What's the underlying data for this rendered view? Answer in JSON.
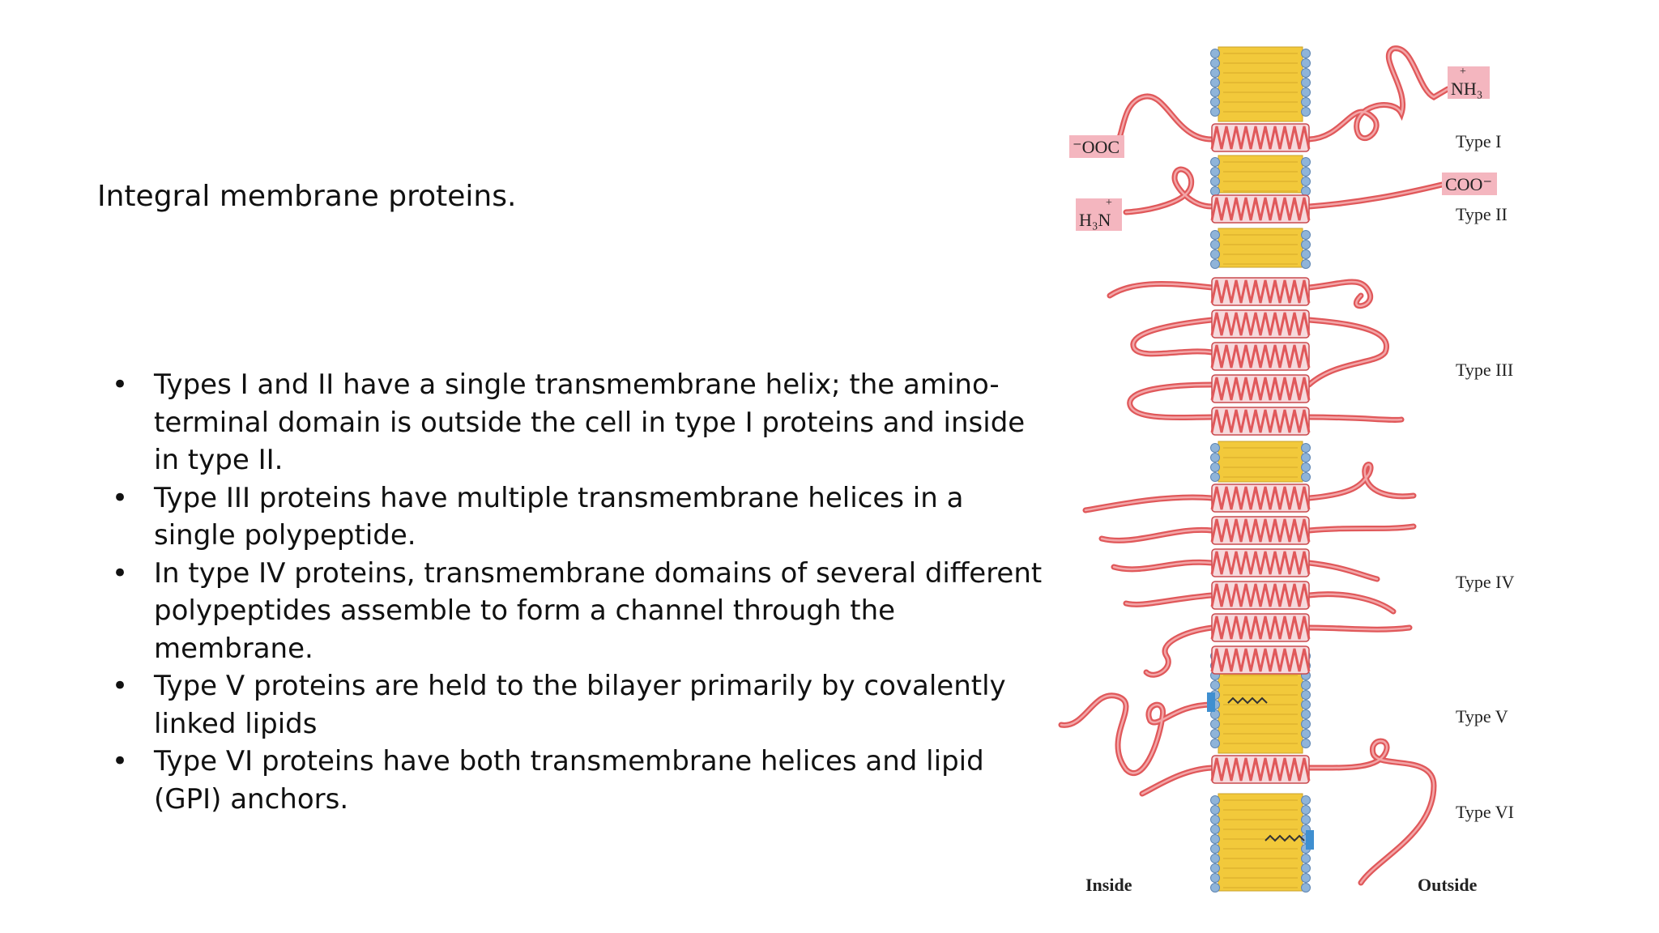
{
  "slide": {
    "title": "Integral membrane proteins.",
    "bullets": [
      "Types I and II have a single transmembrane helix; the amino-terminal domain is outside the cell in type I proteins and inside in type II.",
      "Type III proteins have multiple transmembrane helices in a single polypeptide.",
      "In type IV proteins, transmembrane domains of several different polypeptides assemble to form a channel through the membrane.",
      "Type V proteins are held to the bilayer primarily by covalently linked lipids",
      "Type VI proteins have both transmembrane helices and lipid (GPI) anchors."
    ]
  },
  "figure": {
    "type_labels": [
      "Type I",
      "Type II",
      "Type III",
      "Type IV",
      "Type V",
      "Type VI"
    ],
    "terminal_labels": {
      "type1_cterm": "⁻OOC",
      "type1_nterm": "NH₃",
      "type2_nterm": "H₃N",
      "type2_cterm": "COO⁻"
    },
    "side_labels": {
      "inside": "Inside",
      "outside": "Outside"
    },
    "colors": {
      "helix": "#e0585a",
      "lipid_core": "#f2c93b",
      "head_group": "#8fb4d9",
      "tag": "#f4b6bf"
    }
  }
}
